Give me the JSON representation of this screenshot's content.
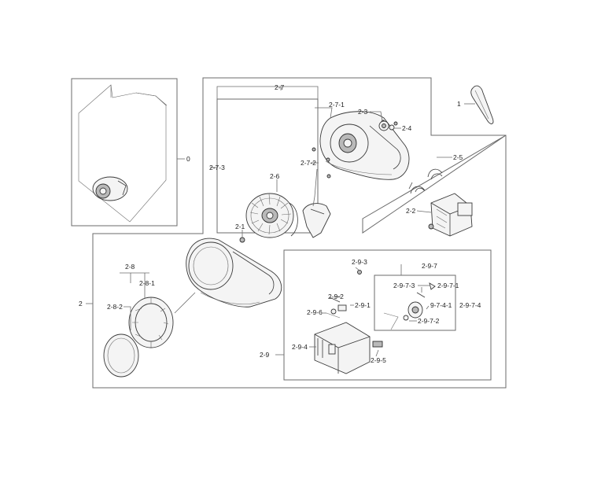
{
  "labels": {
    "l0": "0",
    "l1": "1",
    "l2": "2",
    "l2_1": "2-1",
    "l2_2": "2-2",
    "l2_3": "2-3",
    "l2_4": "2-4",
    "l2_5": "2-5",
    "l2_6": "2-6",
    "l2_7": "2-7",
    "l2_7_1": "2-7-1",
    "l2_7_2": "2-7-2",
    "l2_7_3": "2-7-3",
    "l2_8": "2-8",
    "l2_8_1": "2-8-1",
    "l2_8_2": "2-8-2",
    "l2_9": "2-9",
    "l2_9_1": "2-9-1",
    "l2_9_2": "2-9-2",
    "l2_9_3": "2-9-3",
    "l2_9_4": "2-9-4",
    "l2_9_5": "2-9-5",
    "l2_9_6": "2-9-6",
    "l2_9_7": "2-9-7",
    "l2_9_7_1": "2-9-7-1",
    "l2_9_7_2": "2-9-7-2",
    "l2_9_7_3": "2-9-7-3",
    "l2_9_7_4": "2-9-7-4",
    "l9_7_4_1": "9-7-4-1"
  }
}
